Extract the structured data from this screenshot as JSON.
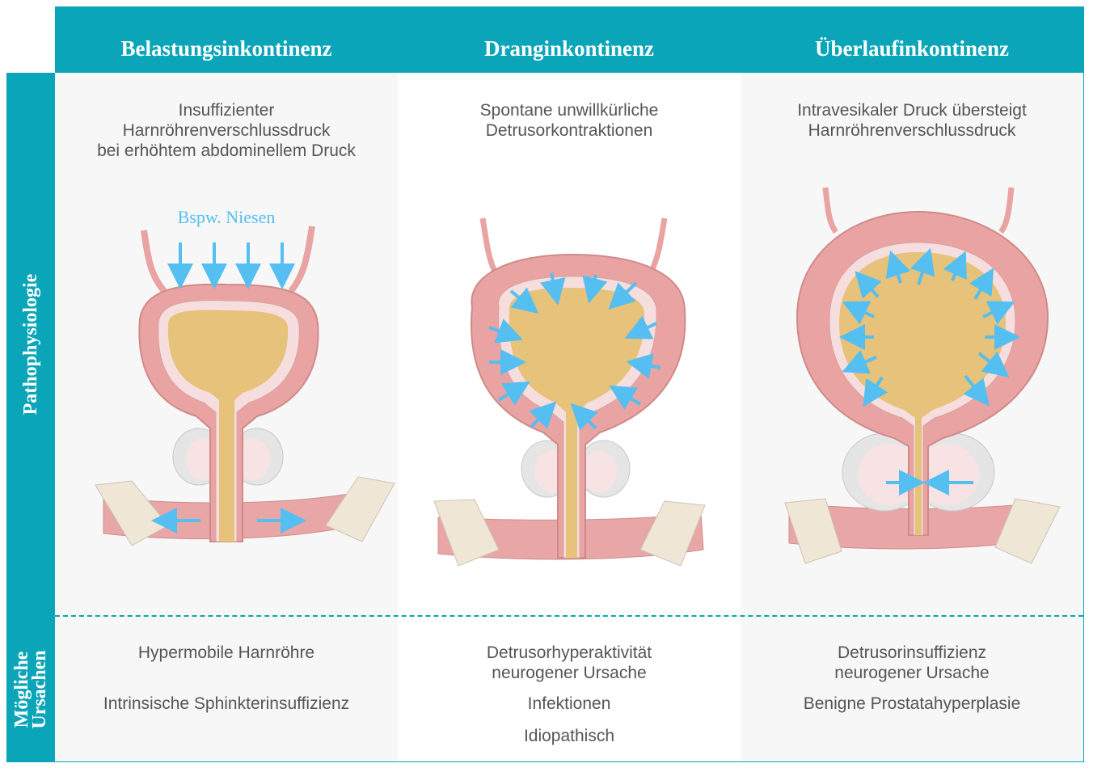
{
  "columns": [
    {
      "title": "Belastungsinkontinenz",
      "description": [
        "Insuffizienter",
        "Harnröhrenverschlussdruck",
        "bei erhöhtem abdominellem Druck"
      ],
      "annotation": "Bspw. Niesen",
      "causes": [
        {
          "lines": [
            "Hypermobile Harnröhre"
          ]
        },
        {
          "lines": [
            "Intrinsische Sphinkterinsuffizienz"
          ]
        }
      ]
    },
    {
      "title": "Dranginkontinenz",
      "description": [
        "Spontane unwillkürliche",
        "Detrusorkontraktionen"
      ],
      "causes": [
        {
          "lines": [
            "Detrusorhyperaktivität",
            "neurogener Ursache"
          ]
        },
        {
          "lines": [
            "Infektionen"
          ]
        },
        {
          "lines": [
            "Idiopathisch"
          ]
        }
      ]
    },
    {
      "title": "Überlaufinkontinenz",
      "description": [
        "Intravesikaler Druck übersteigt",
        "Harnröhrenverschlussdruck"
      ],
      "causes": [
        {
          "lines": [
            "Detrusorinsuffizienz",
            "neurogener Ursache"
          ]
        },
        {
          "lines": [
            "Benigne Prostatahyperplasie"
          ]
        }
      ]
    }
  ],
  "rows": {
    "pathophysiology": "Pathophysiologie",
    "causes": [
      "Mögliche",
      "Ursachen"
    ]
  },
  "colors": {
    "teal": "#0aa5b8",
    "arrow": "#54bff0",
    "tissue": "#e9a3a3",
    "urine": "#e6c27a",
    "bone": "#efe6d6"
  },
  "icons": [
    "bladder-illustration",
    "arrow-icon"
  ]
}
